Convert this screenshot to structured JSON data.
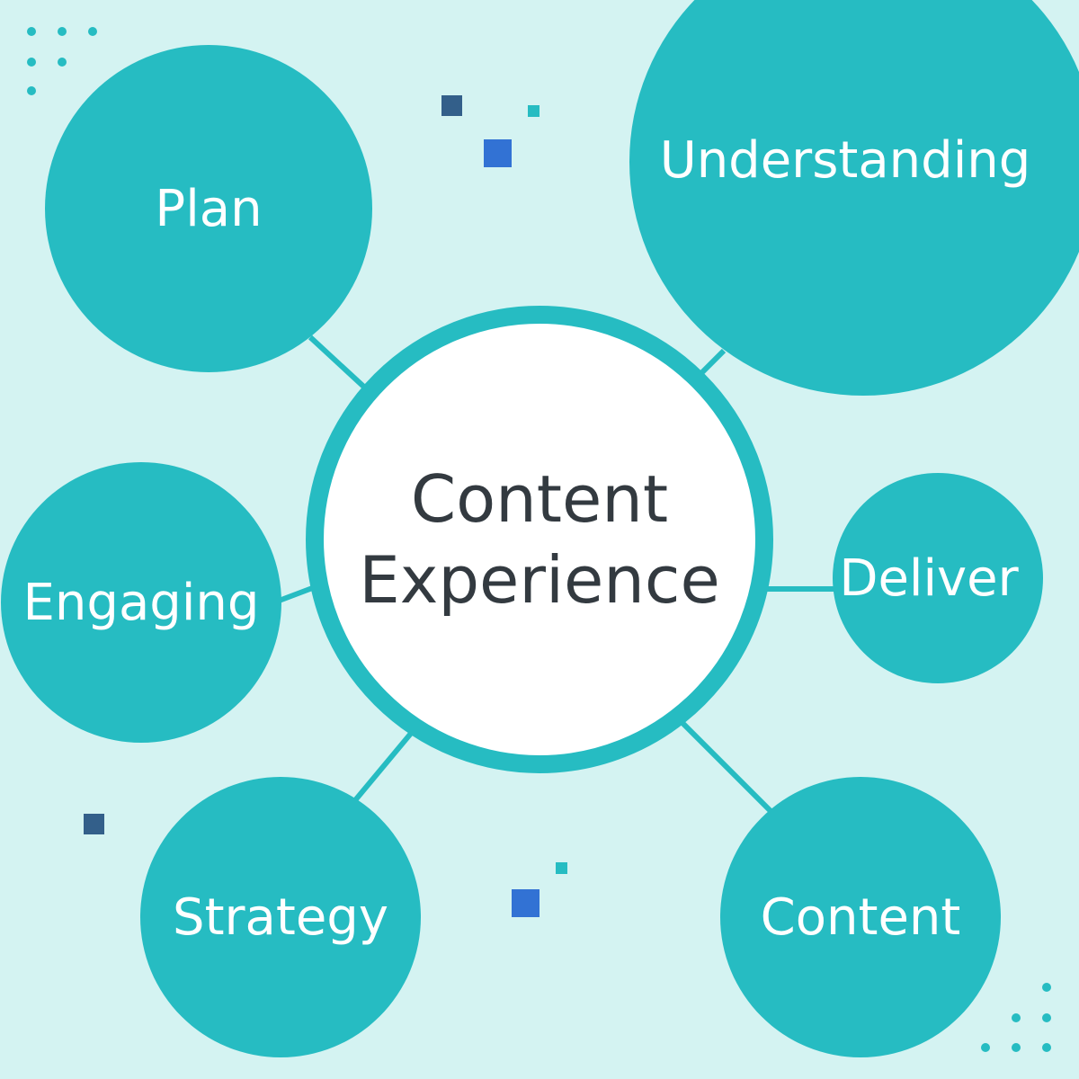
{
  "center": {
    "line1": "Content",
    "line2": "Experience"
  },
  "nodes": {
    "plan": "Plan",
    "understanding": "Understanding",
    "engaging": "Engaging",
    "deliver": "Deliver",
    "strategy": "Strategy",
    "content": "Content"
  },
  "colors": {
    "background": "#d4f3f2",
    "teal": "#26bcc2",
    "navy": "#335f8a",
    "blue": "#3272d4",
    "text_dark": "#333a40"
  }
}
